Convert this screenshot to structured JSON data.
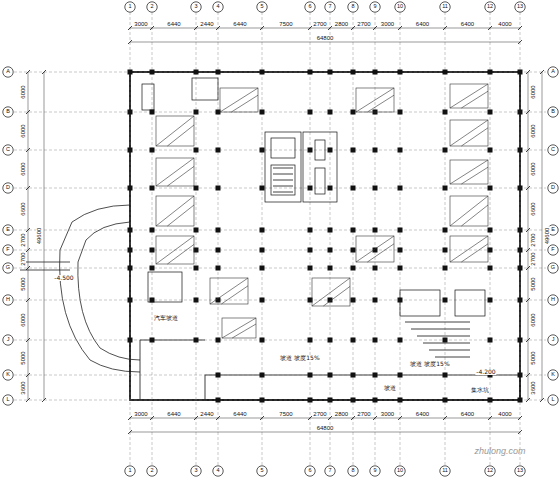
{
  "diagram": {
    "labels": [
      "3000",
      "6440",
      "2440",
      "6440",
      "7500",
      "2700",
      "2800",
      "2700",
      "3000",
      "6400",
      "6400",
      "4000",
      "64800",
      "3000",
      "6440",
      "2440",
      "6440",
      "7500",
      "2700",
      "2800",
      "2700",
      "3000",
      "6400",
      "6400",
      "4000",
      "64800",
      "6000",
      "6000",
      "6000",
      "6600",
      "2700",
      "2700",
      "5000",
      "6000",
      "5000",
      "3600",
      "49600",
      "6000",
      "6000",
      "6000",
      "6600",
      "2700",
      "2700",
      "5000",
      "6000",
      "5000",
      "3600",
      "49600",
      "1",
      "2",
      "3",
      "4",
      "5",
      "6",
      "7",
      "8",
      "9",
      "10",
      "11",
      "12",
      "13",
      "1",
      "2",
      "3",
      "4",
      "5",
      "6",
      "7",
      "8",
      "9",
      "10",
      "11",
      "12",
      "13",
      "A",
      "B",
      "C",
      "D",
      "E",
      "F",
      "G",
      "H",
      "J",
      "K",
      "L",
      "A",
      "B",
      "C",
      "D",
      "E",
      "F",
      "G",
      "H",
      "J",
      "K",
      "L",
      "-4.500",
      "汽车坡道",
      "坡道 坡度15%",
      "坡道 坡度15%",
      "-4.200",
      "坡道",
      "集水坑",
      "zhulong.com"
    ]
  }
}
